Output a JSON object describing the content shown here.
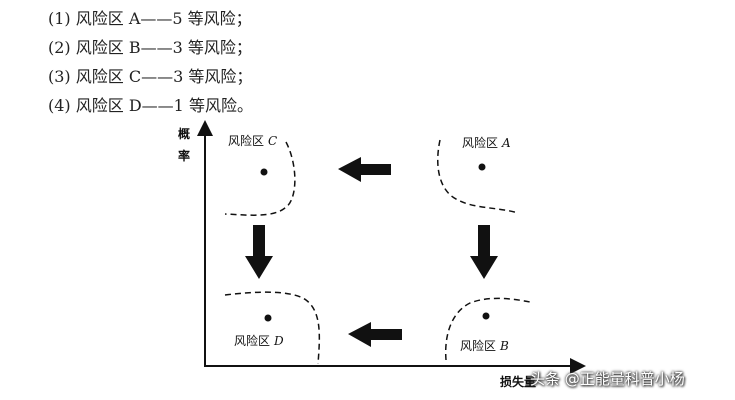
{
  "risk_list": [
    {
      "num": "(1)",
      "text": "风险区 A——5 等风险；"
    },
    {
      "num": "(2)",
      "text": "风险区 B——3 等风险；"
    },
    {
      "num": "(3)",
      "text": "风险区 C——3 等风险；"
    },
    {
      "num": "(4)",
      "text": "风险区 D——1 等风险。"
    }
  ],
  "diagram": {
    "y_axis_label_line1": "概",
    "y_axis_label_line2": "率",
    "x_axis_label": "损失量",
    "zones": {
      "a": {
        "name": "风险区",
        "letter": "A"
      },
      "b": {
        "name": "风险区",
        "letter": "B"
      },
      "c": {
        "name": "风险区",
        "letter": "C"
      },
      "d": {
        "name": "风险区",
        "letter": "D"
      }
    }
  },
  "watermark": "头条 @正能量科普小杨"
}
